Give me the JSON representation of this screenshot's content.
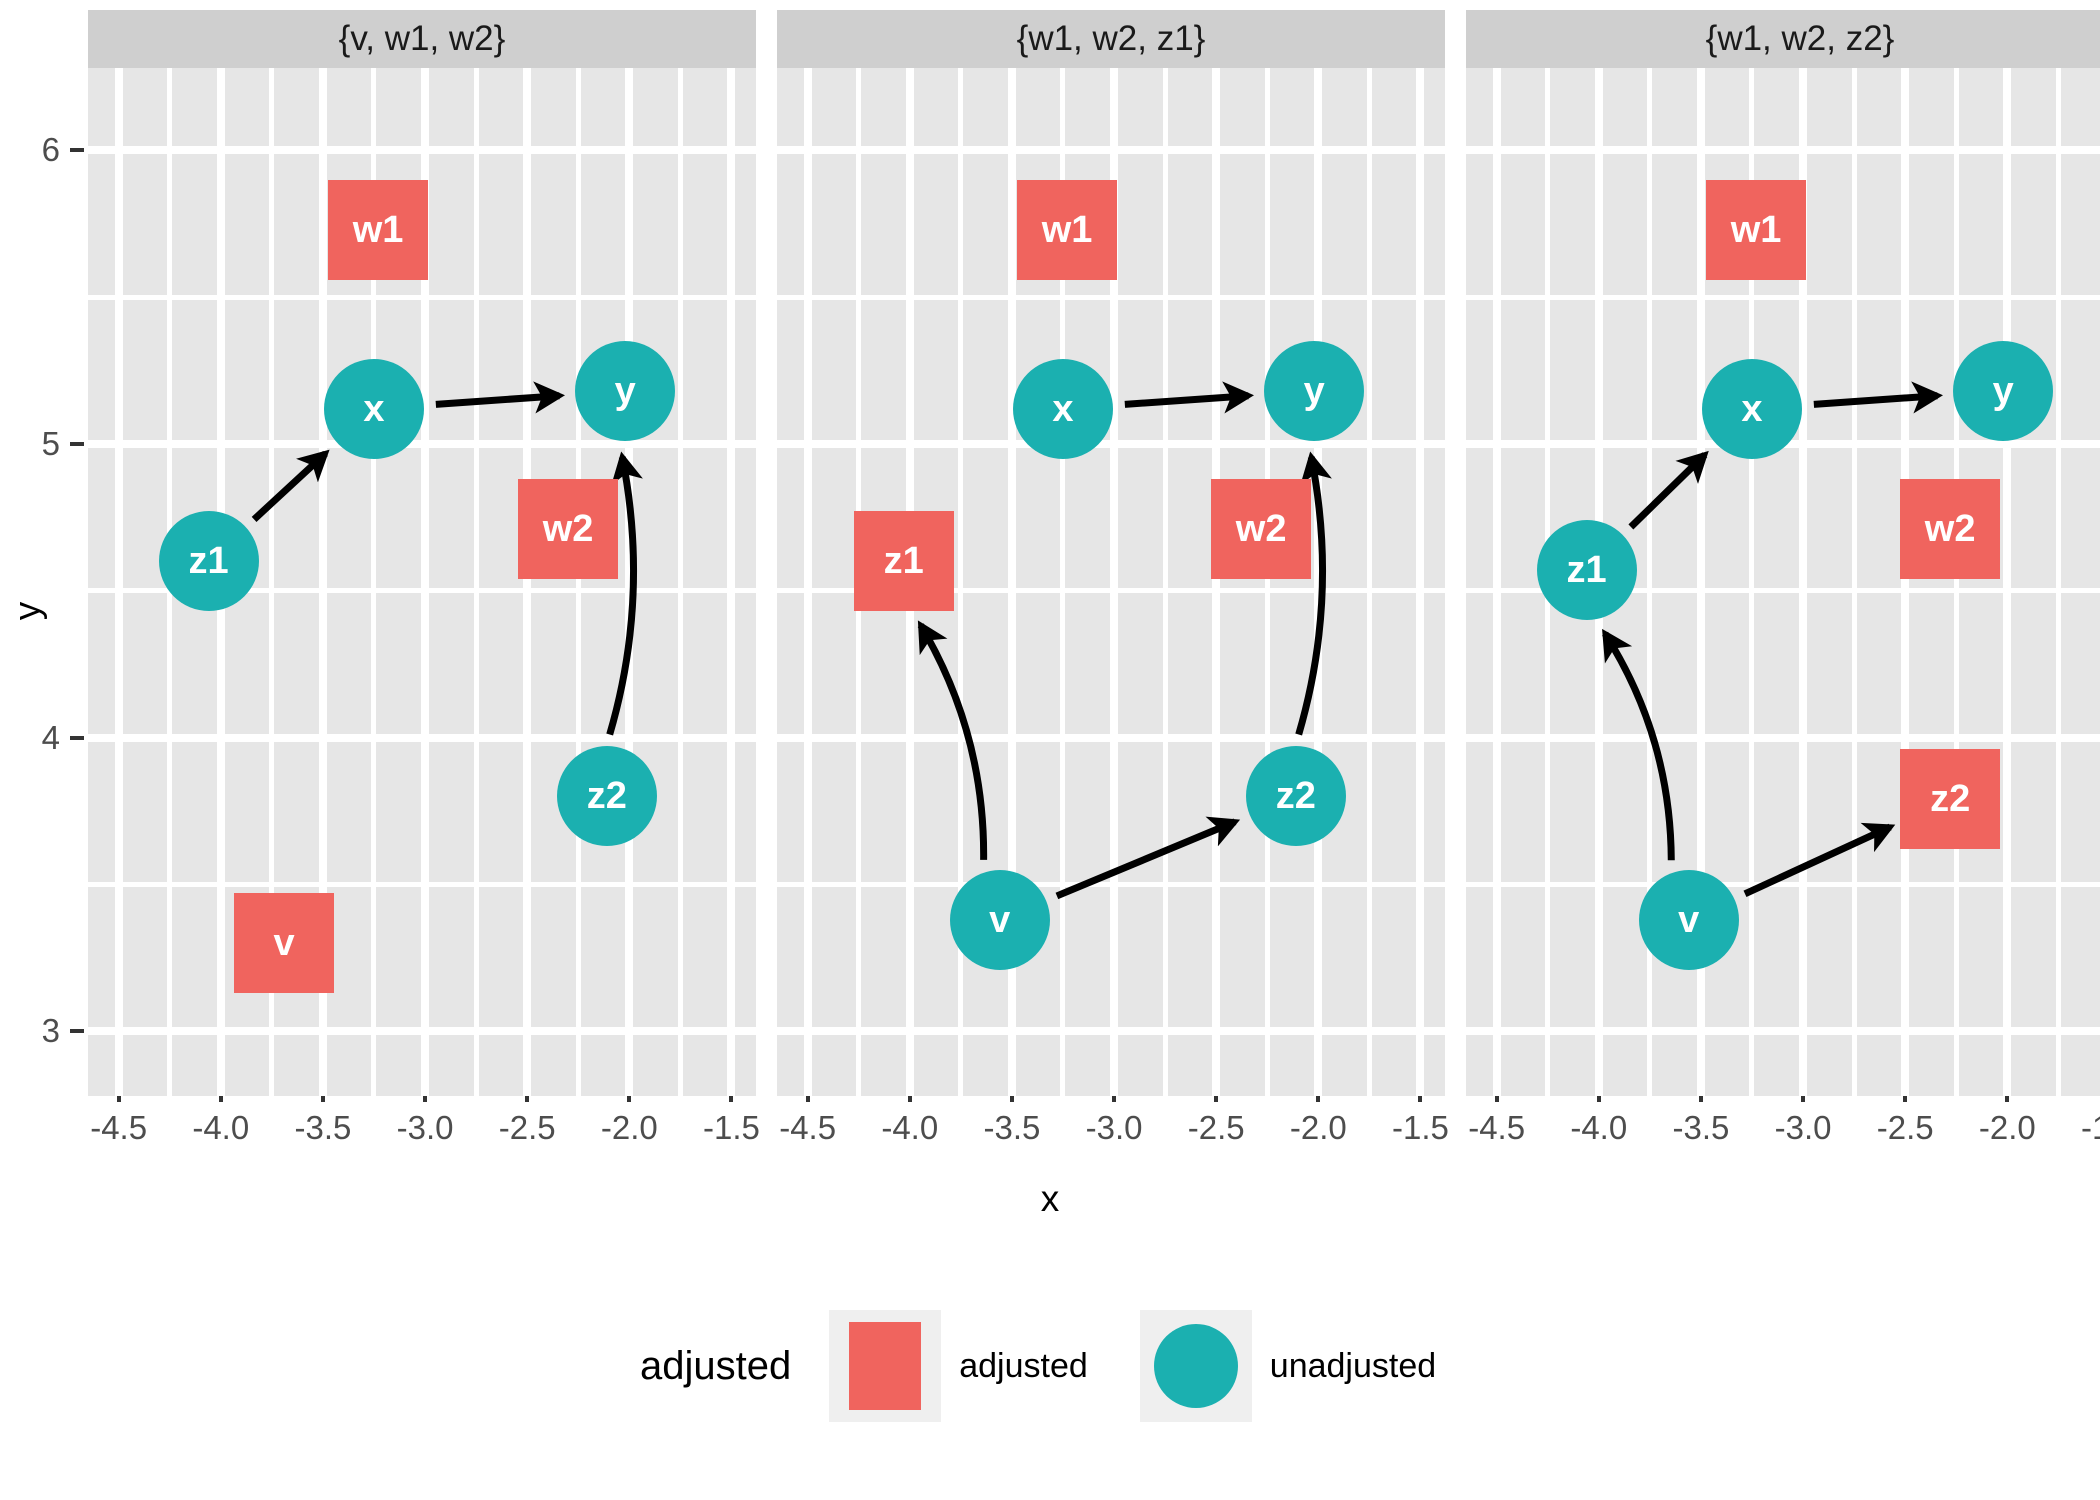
{
  "axes": {
    "xlabel": "x",
    "ylabel": "y",
    "xticks": [
      "-4.5",
      "-4.0",
      "-3.5",
      "-3.0",
      "-2.5",
      "-2.0",
      "-1.5"
    ],
    "yticks": [
      "6",
      "5",
      "4",
      "3"
    ],
    "xlim": [
      -4.65,
      -1.38
    ],
    "ylim": [
      2.78,
      6.28
    ]
  },
  "colors": {
    "adjusted": "#F0645E",
    "unadjusted": "#1BB0B0",
    "panel_bg": "#E6E6E6",
    "strip_bg": "#CFCFCF",
    "grid": "#FFFFFF",
    "text": "#1A1A1A"
  },
  "legend": {
    "title": "adjusted",
    "items": [
      {
        "label": "adjusted",
        "shape": "square",
        "color": "#F0645E"
      },
      {
        "label": "unadjusted",
        "shape": "circle",
        "color": "#1BB0B0"
      }
    ]
  },
  "chart_data": {
    "type": "scatter",
    "title": "",
    "xlabel": "x",
    "ylabel": "y",
    "xlim": [
      -4.65,
      -1.38
    ],
    "ylim": [
      2.78,
      6.28
    ],
    "grid": true,
    "legend_position": "bottom",
    "facets": [
      {
        "title": "{v, w1, w2}",
        "nodes": [
          {
            "name": "w1",
            "x": -3.23,
            "y": 5.73,
            "status": "adjusted",
            "shape": "square"
          },
          {
            "name": "x",
            "x": -3.25,
            "y": 5.12,
            "status": "unadjusted",
            "shape": "circle"
          },
          {
            "name": "y",
            "x": -2.02,
            "y": 5.18,
            "status": "unadjusted",
            "shape": "circle"
          },
          {
            "name": "z1",
            "x": -4.06,
            "y": 4.6,
            "status": "unadjusted",
            "shape": "circle"
          },
          {
            "name": "w2",
            "x": -2.3,
            "y": 4.71,
            "status": "adjusted",
            "shape": "square"
          },
          {
            "name": "z2",
            "x": -2.11,
            "y": 3.8,
            "status": "unadjusted",
            "shape": "circle"
          },
          {
            "name": "v",
            "x": -3.69,
            "y": 3.3,
            "status": "adjusted",
            "shape": "square"
          }
        ],
        "edges": [
          {
            "from": "x",
            "to": "y",
            "curved": false
          },
          {
            "from": "z1",
            "to": "x",
            "curved": false
          },
          {
            "from": "z2",
            "to": "y",
            "curved": true
          }
        ]
      },
      {
        "title": "{w1, w2, z1}",
        "nodes": [
          {
            "name": "w1",
            "x": -3.23,
            "y": 5.73,
            "status": "adjusted",
            "shape": "square"
          },
          {
            "name": "x",
            "x": -3.25,
            "y": 5.12,
            "status": "unadjusted",
            "shape": "circle"
          },
          {
            "name": "y",
            "x": -2.02,
            "y": 5.18,
            "status": "unadjusted",
            "shape": "circle"
          },
          {
            "name": "z1",
            "x": -4.03,
            "y": 4.6,
            "status": "adjusted",
            "shape": "square"
          },
          {
            "name": "w2",
            "x": -2.28,
            "y": 4.71,
            "status": "adjusted",
            "shape": "square"
          },
          {
            "name": "z2",
            "x": -2.11,
            "y": 3.8,
            "status": "unadjusted",
            "shape": "circle"
          },
          {
            "name": "v",
            "x": -3.56,
            "y": 3.38,
            "status": "unadjusted",
            "shape": "circle"
          }
        ],
        "edges": [
          {
            "from": "x",
            "to": "y",
            "curved": false
          },
          {
            "from": "v",
            "to": "z1",
            "curved": true
          },
          {
            "from": "v",
            "to": "z2",
            "curved": false
          },
          {
            "from": "z2",
            "to": "y",
            "curved": true
          }
        ]
      },
      {
        "title": "{w1, w2, z2}",
        "nodes": [
          {
            "name": "w1",
            "x": -3.23,
            "y": 5.73,
            "status": "adjusted",
            "shape": "square"
          },
          {
            "name": "x",
            "x": -3.25,
            "y": 5.12,
            "status": "unadjusted",
            "shape": "circle"
          },
          {
            "name": "y",
            "x": -2.02,
            "y": 5.18,
            "status": "unadjusted",
            "shape": "circle"
          },
          {
            "name": "z1",
            "x": -4.06,
            "y": 4.57,
            "status": "unadjusted",
            "shape": "circle"
          },
          {
            "name": "w2",
            "x": -2.28,
            "y": 4.71,
            "status": "adjusted",
            "shape": "square"
          },
          {
            "name": "z2",
            "x": -2.28,
            "y": 3.79,
            "status": "adjusted",
            "shape": "square"
          },
          {
            "name": "v",
            "x": -3.56,
            "y": 3.38,
            "status": "unadjusted",
            "shape": "circle"
          }
        ],
        "edges": [
          {
            "from": "z1",
            "to": "x",
            "curved": false
          },
          {
            "from": "x",
            "to": "y",
            "curved": false
          },
          {
            "from": "v",
            "to": "z1",
            "curved": true
          },
          {
            "from": "v",
            "to": "z2",
            "curved": false
          }
        ]
      }
    ]
  }
}
